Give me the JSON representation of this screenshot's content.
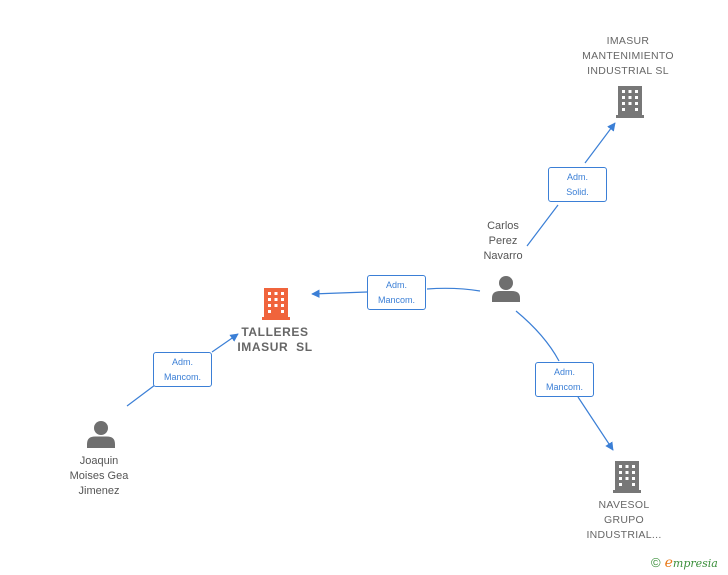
{
  "colors": {
    "edge": "#3b7fd6",
    "building_main": "#f0643c",
    "building_other": "#777777",
    "person": "#6f6f6f"
  },
  "nodes": {
    "imasur_mantenimiento": {
      "type": "company",
      "icon": "building-icon",
      "lines": [
        "IMASUR",
        "MANTENIMIENTO",
        "INDUSTRIAL SL"
      ]
    },
    "talleres_imasur": {
      "type": "company-main",
      "icon": "building-icon",
      "lines": [
        "TALLERES",
        "IMASUR  SL"
      ]
    },
    "carlos_perez_navarro": {
      "type": "person",
      "icon": "person-icon",
      "lines": [
        "Carlos",
        "Perez",
        "Navarro"
      ]
    },
    "joaquin_moises": {
      "type": "person",
      "icon": "person-icon",
      "lines": [
        "Joaquin",
        "Moises Gea",
        "Jimenez"
      ]
    },
    "navesol": {
      "type": "company",
      "icon": "building-icon",
      "lines": [
        "NAVESOL",
        "GRUPO",
        "INDUSTRIAL..."
      ]
    }
  },
  "edges": {
    "carlos_to_imasur": {
      "lines": [
        "Adm.",
        "Solid."
      ]
    },
    "carlos_to_talleres": {
      "lines": [
        "Adm.",
        "Mancom."
      ]
    },
    "joaquin_to_talleres": {
      "lines": [
        "Adm.",
        "Mancom."
      ]
    },
    "carlos_to_navesol": {
      "lines": [
        "Adm.",
        "Mancom."
      ]
    }
  },
  "brand": {
    "copyright": "©",
    "e": "e",
    "rest": "mpresia"
  }
}
